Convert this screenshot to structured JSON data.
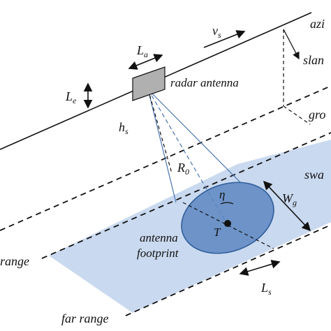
{
  "labels": {
    "azimuth": "azi",
    "slant": "slan",
    "ground": "gro",
    "swath": "swa",
    "radar_antenna": "radar antenna",
    "antenna_footprint_line1": "antenna",
    "antenna_footprint_line2": "footprint",
    "near_range": "range",
    "far_range": "far range",
    "target": "T",
    "eta": "η"
  },
  "symbols": {
    "La": {
      "main": "L",
      "sub": "a"
    },
    "Le": {
      "main": "L",
      "sub": "e"
    },
    "vs": {
      "main": "v",
      "sub": "s"
    },
    "hs": {
      "main": "h",
      "sub": "s"
    },
    "R0": {
      "main": "R",
      "sub": "0"
    },
    "Wg": {
      "main": "W",
      "sub": "g"
    },
    "Ls": {
      "main": "L",
      "sub": "s"
    }
  },
  "colors": {
    "swath_fill": "#c9d9ef",
    "footprint_fill": "#5d86c1",
    "footprint_stroke": "#2f5e99",
    "antenna_fill": "#b0b0b0",
    "beam_line": "#4a74b0",
    "ink": "#111111"
  }
}
